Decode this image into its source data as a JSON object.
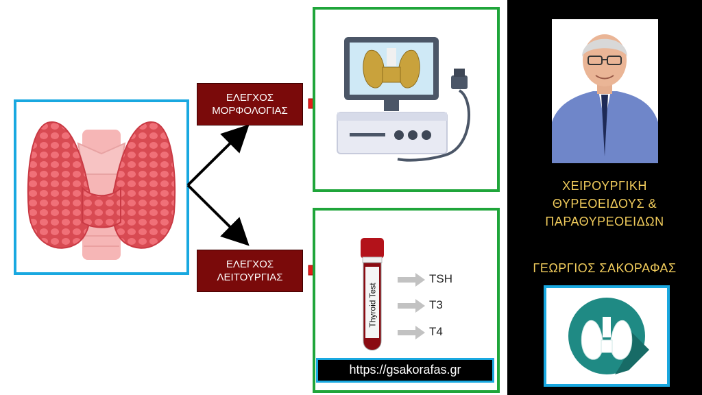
{
  "labels": {
    "morphology": [
      "ΕΛΕΓΧΟΣ",
      "ΜΟΡΦΟΛΟΓΙΑΣ"
    ],
    "function": [
      "ΕΛΕΓΧΟΣ",
      "ΛΕΙΤΟΥΡΓΙΑΣ"
    ]
  },
  "test_tube": {
    "label": "Thyroid Test",
    "tests": [
      "TSH",
      "T3",
      "T4"
    ]
  },
  "url": "https://gsakorafas.gr",
  "right_panel": {
    "title": [
      "ΧΕΙΡΟΥΡΓΙΚΗ",
      "ΘΥΡΕΟΕΙΔΟΥΣ &",
      "ΠΑΡΑΘΥΡΕΟΕΙΔΩΝ"
    ],
    "author": "ΓΕΩΡΓΙΟΣ ΣΑΚΟΡΑΦΑΣ"
  },
  "colors": {
    "label_box": "#7a0a0a",
    "frame_blue": "#19a8e0",
    "frame_green": "#1fa53a",
    "title_gold": "#f1cc5c",
    "arrow_red": "#e31b1b"
  },
  "icons": [
    "thyroid-gland-icon",
    "ultrasound-machine-icon",
    "blood-test-tube-icon",
    "doctor-portrait-photo",
    "thyroid-logo-icon"
  ]
}
